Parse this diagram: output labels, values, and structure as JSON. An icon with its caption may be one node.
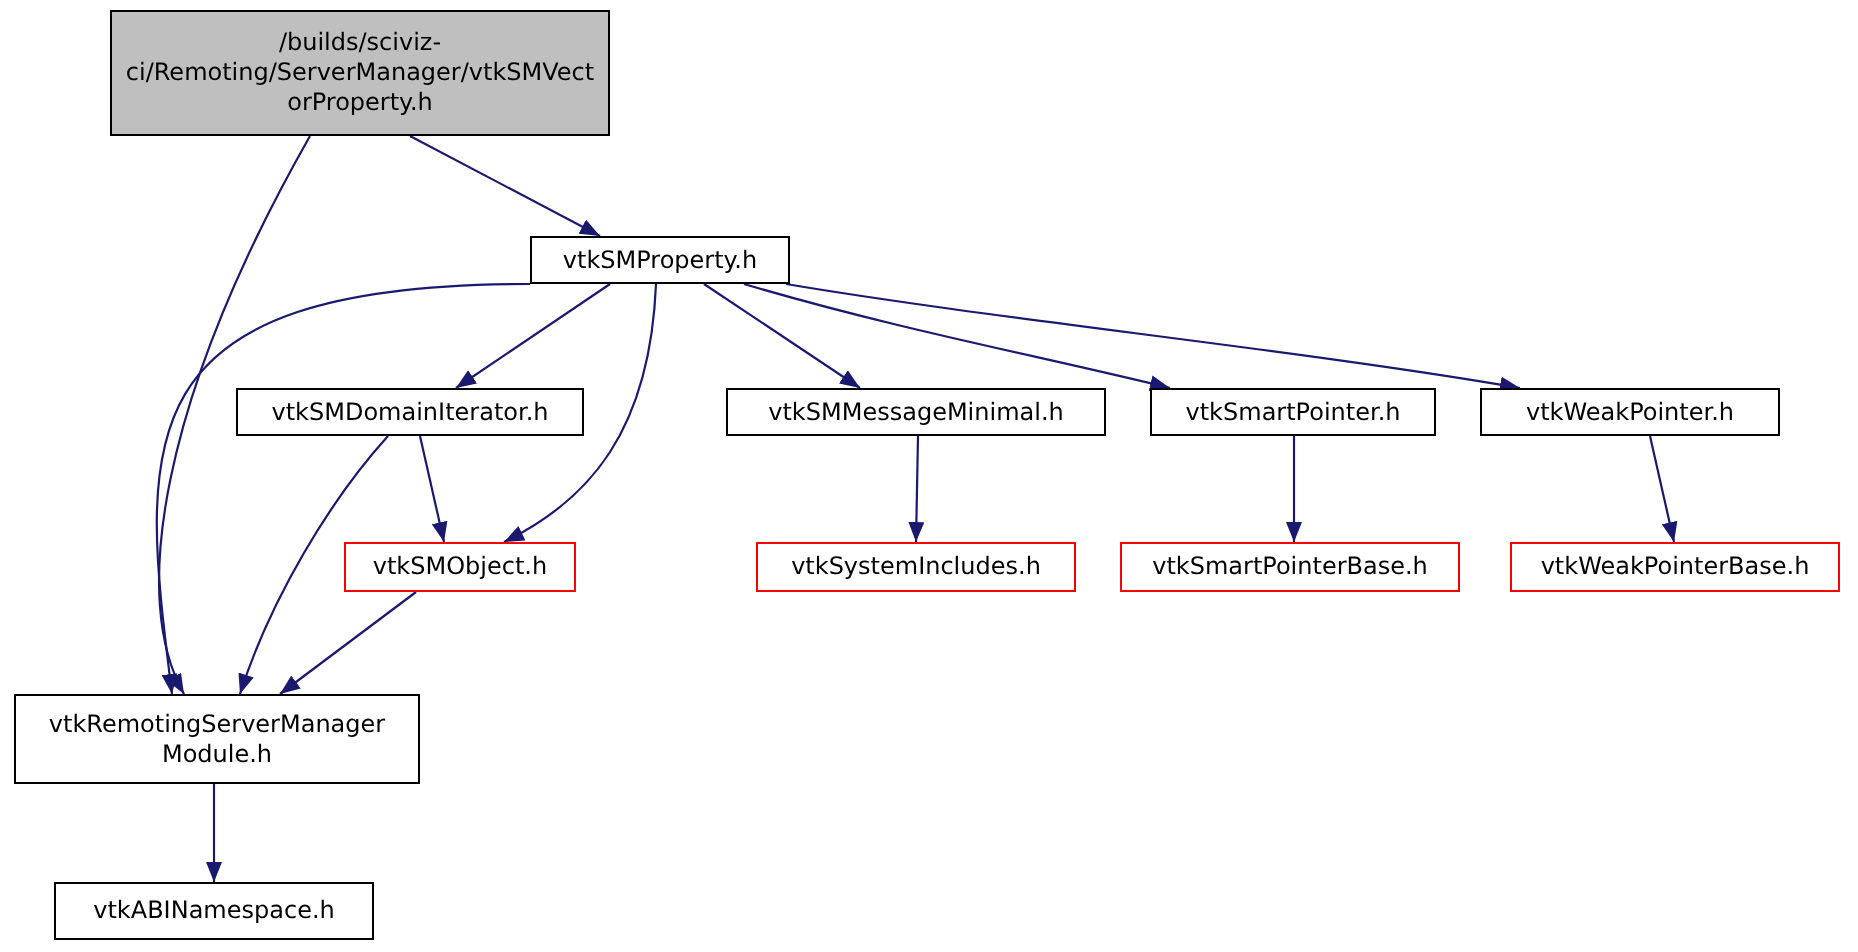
{
  "diagram": {
    "nodes": [
      {
        "text": [
          "/builds/sciviz-ci/Remoting/ServerManager/vtkSMVectorProperty.h"
        ]
      },
      {
        "text": [
          "vtkSMProperty.h"
        ]
      },
      {
        "text": [
          "vtkSMDomainIterator.h"
        ]
      },
      {
        "text": [
          "vtkSMMessageMinimal.h"
        ]
      },
      {
        "text": [
          "vtkSmartPointer.h"
        ]
      },
      {
        "text": [
          "vtkWeakPointer.h"
        ]
      },
      {
        "text": [
          "vtkSMObject.h"
        ]
      },
      {
        "text": [
          "vtkSystemIncludes.h"
        ]
      },
      {
        "text": [
          "vtkSmartPointerBase.h"
        ]
      },
      {
        "text": [
          "vtkWeakPointerBase.h"
        ]
      },
      {
        "text": [
          "vtkRemotingServerManager Module.h"
        ]
      },
      {
        "text": [
          "vtkABINamespace.h"
        ]
      }
    ],
    "edges": [
      {
        "from": 0,
        "to": 10,
        "arrow": "to"
      },
      {
        "from": 0,
        "to": 1,
        "arrow": "to"
      },
      {
        "from": 1,
        "to": 10,
        "arrow": "to"
      },
      {
        "from": 1,
        "to": 2,
        "arrow": "to"
      },
      {
        "from": 1,
        "to": 6,
        "arrow": "to"
      },
      {
        "from": 1,
        "to": 3,
        "arrow": "to"
      },
      {
        "from": 1,
        "to": 4,
        "arrow": "to"
      },
      {
        "from": 1,
        "to": 5,
        "arrow": "to"
      },
      {
        "from": 2,
        "to": 6,
        "arrow": "to"
      },
      {
        "from": 2,
        "to": 10,
        "arrow": "to"
      },
      {
        "from": 6,
        "to": 10,
        "arrow": "to"
      },
      {
        "from": 3,
        "to": 7,
        "arrow": "to"
      },
      {
        "from": 4,
        "to": 8,
        "arrow": "to"
      },
      {
        "from": 5,
        "to": 9,
        "arrow": "to"
      },
      {
        "from": 10,
        "to": 11,
        "arrow": "to"
      }
    ]
  }
}
